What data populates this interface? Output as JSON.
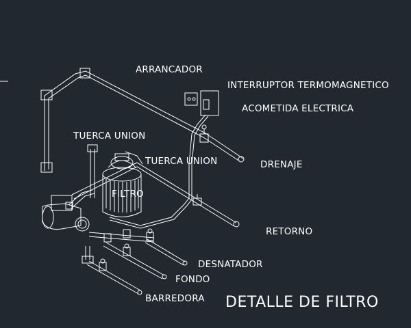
{
  "title": "DETALLE DE FILTRO",
  "labels": {
    "arrancador": "ARRANCADOR",
    "interruptor": "INTERRUPTOR TERMOMAGNETICO",
    "acometida": "ACOMETIDA ELECTRICA",
    "tuerca_union_1": "TUERCA UNION",
    "tuerca_union_2": "TUERCA UNION",
    "drenaje": "DRENAJE",
    "filtro": "FILTRO",
    "retorno": "RETORNO",
    "desnatador": "DESNATADOR",
    "fondo": "FONDO",
    "barredora": "BARREDORA"
  },
  "colors": {
    "background": "#212830",
    "line": "#ffffff"
  }
}
